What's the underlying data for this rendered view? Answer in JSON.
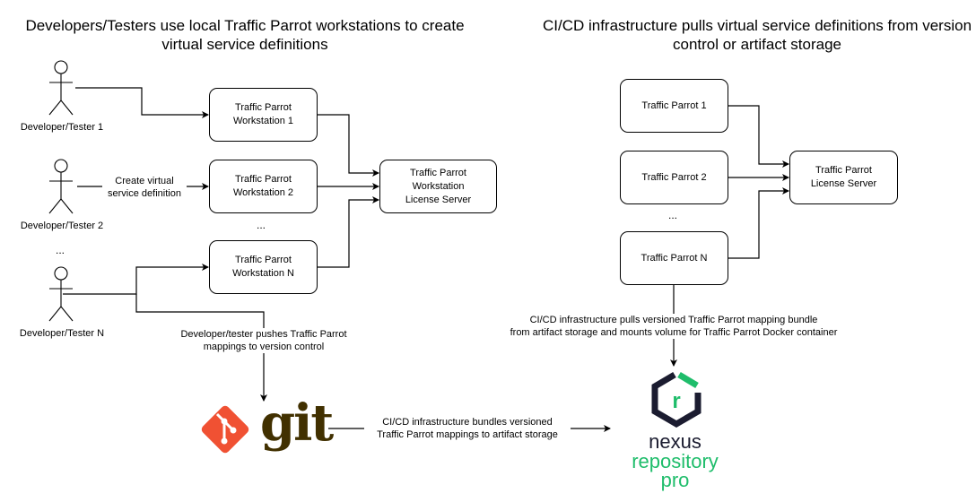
{
  "left": {
    "title": "Developers/Testers use local Traffic Parrot workstations to create virtual service definitions",
    "actors": [
      {
        "label": "Developer/Tester 1"
      },
      {
        "label": "Developer/Tester 2"
      },
      {
        "label": "Developer/Tester N"
      }
    ],
    "actor_ellipsis": "...",
    "workstations": [
      {
        "line1": "Traffic Parrot",
        "line2": "Workstation 1"
      },
      {
        "line1": "Traffic Parrot",
        "line2": "Workstation 2"
      },
      {
        "line1": "Traffic Parrot",
        "line2": "Workstation N"
      }
    ],
    "workstation_ellipsis": "...",
    "license_server": {
      "line1": "Traffic Parrot",
      "line2": "Workstation",
      "line3": "License Server"
    },
    "create_label": {
      "line1": "Create virtual",
      "line2": "service definition"
    },
    "push_label": {
      "line1": "Developer/tester pushes Traffic Parrot",
      "line2": "mappings to version control"
    }
  },
  "right": {
    "title": "CI/CD infrastructure pulls virtual service definitions from version control or artifact storage",
    "instances": [
      {
        "label": "Traffic Parrot 1"
      },
      {
        "label": "Traffic Parrot 2"
      },
      {
        "label": "Traffic Parrot N"
      }
    ],
    "instance_ellipsis": "...",
    "license_server": {
      "line1": "Traffic Parrot",
      "line2": "License Server"
    },
    "pull_label": {
      "line1": "CI/CD infrastructure pulls versioned Traffic Parrot mapping bundle",
      "line2": "from artifact storage and mounts volume for Traffic Parrot Docker container"
    }
  },
  "bottom": {
    "git_logo_text": "git",
    "bundle_label": {
      "line1": "CI/CD infrastructure bundles versioned",
      "line2": "Traffic Parrot mappings to artifact storage"
    },
    "nexus": {
      "word1": "nexus",
      "word2": "repository",
      "word3": "pro",
      "logo_letter": "r"
    }
  },
  "colors": {
    "git_orange": "#f05133",
    "git_brown": "#413000",
    "nexus_green": "#1fbd6b",
    "nexus_dark": "#1b1c30"
  }
}
